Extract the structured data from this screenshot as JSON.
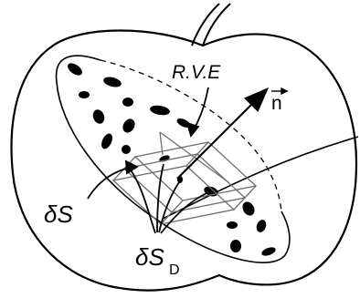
{
  "labels": {
    "rve": "R.V.E",
    "normal": "n",
    "delta_s": "δS",
    "delta_sd_main": "δS",
    "delta_sd_sub": "D"
  },
  "colors": {
    "ink": "#000000",
    "background": "#ffffff",
    "cube_edges": "#6e6e6e"
  }
}
